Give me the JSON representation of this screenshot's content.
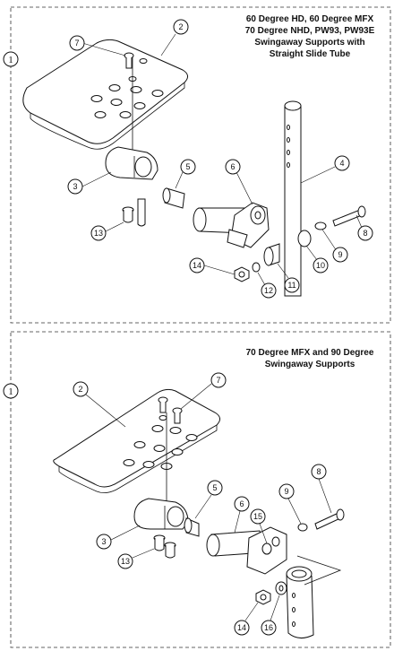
{
  "panels": [
    {
      "panel_label": "1",
      "title_lines": [
        "60 Degree HD, 60 Degree MFX",
        "70 Degree NHD, PW93, PW93E",
        "Swingaway Supports with",
        "Straight Slide Tube"
      ],
      "callouts": [
        "7",
        "2",
        "3",
        "5",
        "6",
        "4",
        "8",
        "13",
        "9",
        "10",
        "14",
        "12",
        "11"
      ]
    },
    {
      "panel_label": "1",
      "title_lines": [
        "70 Degree MFX and 90 Degree",
        "Swingaway Supports"
      ],
      "callouts": [
        "2",
        "7",
        "5",
        "6",
        "15",
        "9",
        "8",
        "3",
        "13",
        "14",
        "16"
      ]
    }
  ]
}
